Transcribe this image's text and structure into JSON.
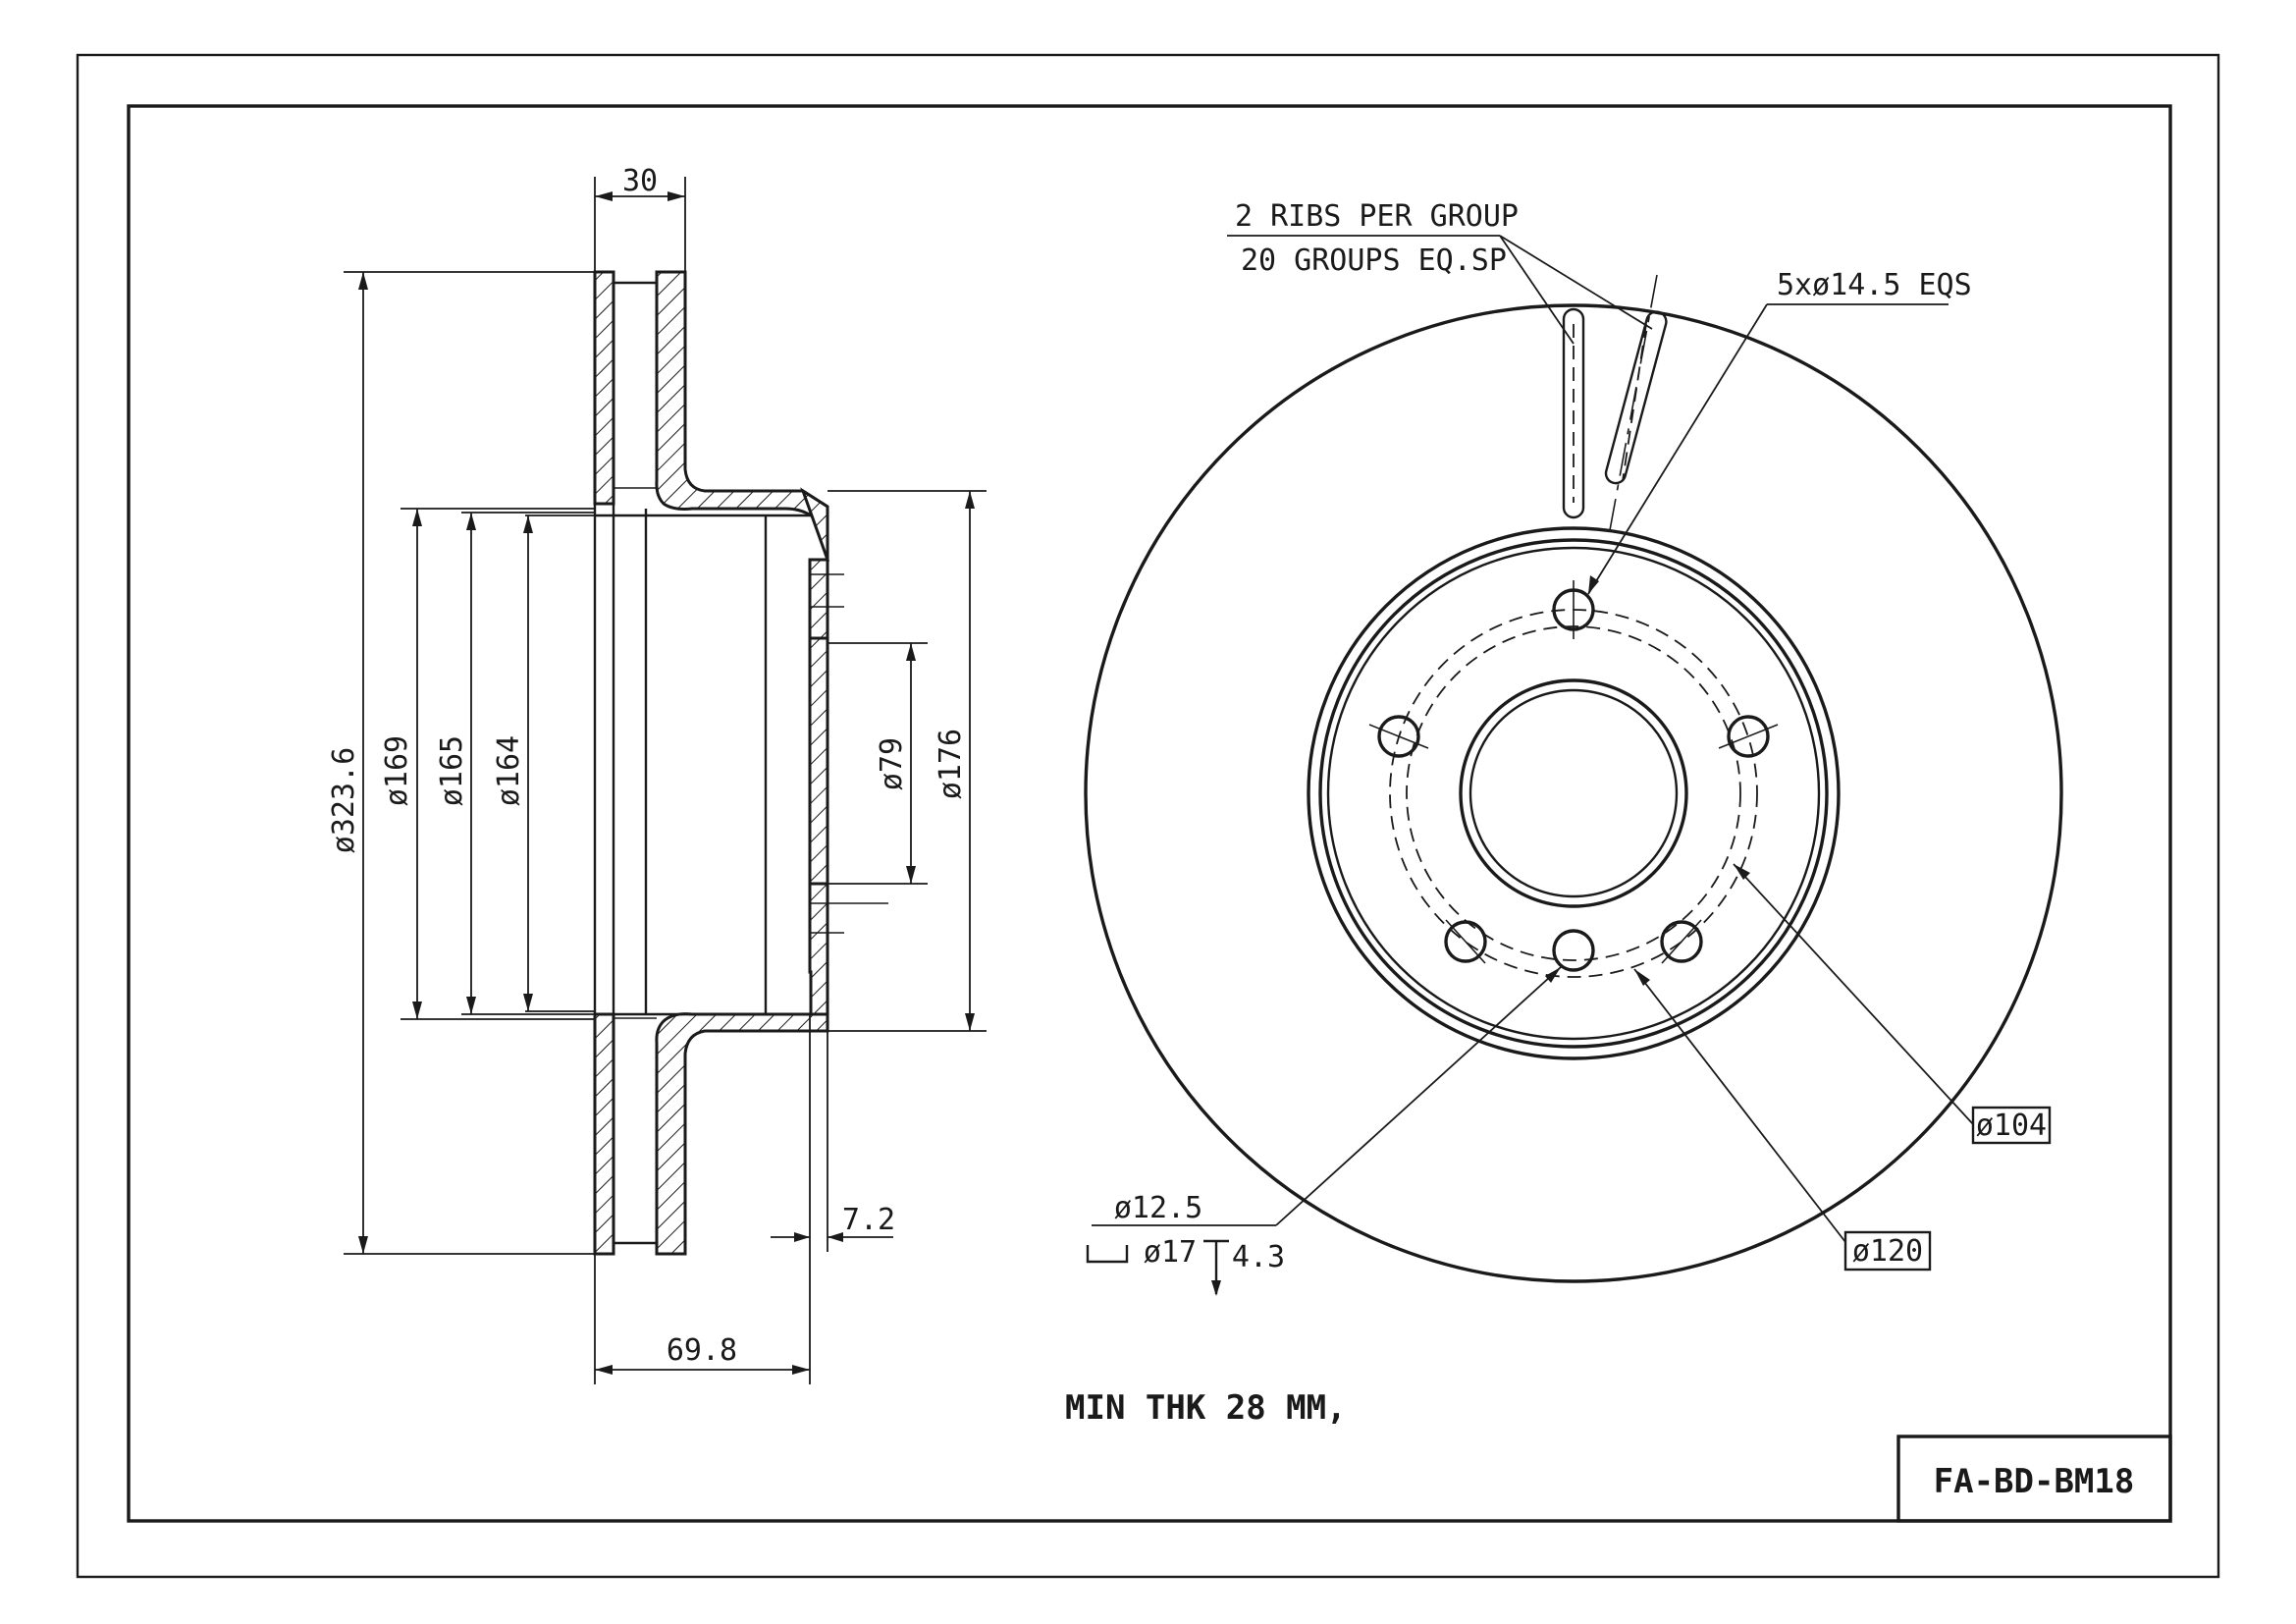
{
  "drawing": {
    "part_number": "FA-BD-BM18",
    "note_min_thickness": "MIN THK 28 MM,",
    "ribs_note_line1": "2 RIBS PER GROUP",
    "ribs_note_line2": "20 GROUPS EQ.SP",
    "bolt_holes_note": "5xø14.5 EQS"
  },
  "dimensions": {
    "width_30": "30",
    "height_69_8": "69.8",
    "offset_7_2": "7.2",
    "dia_323_6": "ø323.6",
    "dia_169": "ø169",
    "dia_165": "ø165",
    "dia_164": "ø164",
    "dia_79": "ø79",
    "dia_176": "ø176",
    "dia_104": "ø104",
    "dia_120": "ø120",
    "dia_12_5": "ø12.5",
    "counterbore_dia": "ø17",
    "counterbore_depth": "4.3"
  }
}
